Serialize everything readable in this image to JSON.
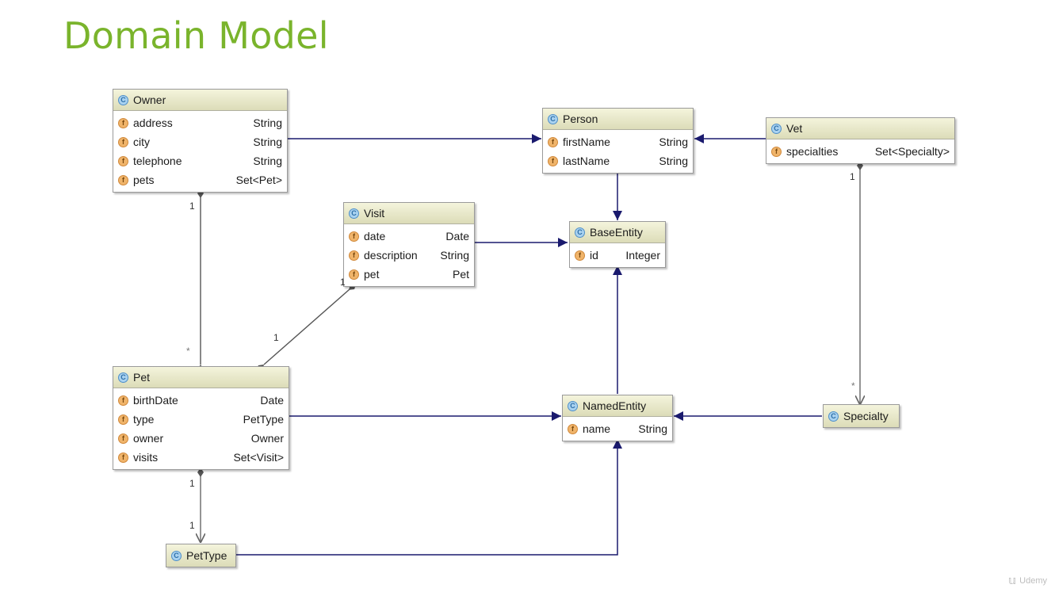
{
  "title": "Domain Model",
  "classes": {
    "owner": {
      "name": "Owner",
      "fields": [
        {
          "name": "address",
          "type": "String"
        },
        {
          "name": "city",
          "type": "String"
        },
        {
          "name": "telephone",
          "type": "String"
        },
        {
          "name": "pets",
          "type": "Set<Pet>"
        }
      ]
    },
    "person": {
      "name": "Person",
      "fields": [
        {
          "name": "firstName",
          "type": "String"
        },
        {
          "name": "lastName",
          "type": "String"
        }
      ]
    },
    "vet": {
      "name": "Vet",
      "fields": [
        {
          "name": "specialties",
          "type": "Set<Specialty>"
        }
      ]
    },
    "visit": {
      "name": "Visit",
      "fields": [
        {
          "name": "date",
          "type": "Date"
        },
        {
          "name": "description",
          "type": "String"
        },
        {
          "name": "pet",
          "type": "Pet"
        }
      ]
    },
    "baseentity": {
      "name": "BaseEntity",
      "fields": [
        {
          "name": "id",
          "type": "Integer"
        }
      ]
    },
    "pet": {
      "name": "Pet",
      "fields": [
        {
          "name": "birthDate",
          "type": "Date"
        },
        {
          "name": "type",
          "type": "PetType"
        },
        {
          "name": "owner",
          "type": "Owner"
        },
        {
          "name": "visits",
          "type": "Set<Visit>"
        }
      ]
    },
    "namedentity": {
      "name": "NamedEntity",
      "fields": [
        {
          "name": "name",
          "type": "String"
        }
      ]
    },
    "specialty": {
      "name": "Specialty",
      "fields": []
    },
    "pettype": {
      "name": "PetType",
      "fields": []
    }
  },
  "badges": {
    "class": "C",
    "field": "f"
  },
  "multiplicities": {
    "owner_pet_owner_end": "1",
    "owner_pet_pet_end": "*",
    "visit_pet_visit_end": "1",
    "visit_pet_pet_end": "1",
    "vet_specialty_vet_end": "1",
    "vet_specialty_specialty_end": "*",
    "pet_pettype_pet_end": "1",
    "pet_pettype_pettype_end": "1"
  },
  "watermark": "Udemy",
  "colors": {
    "title": "#7ab42c",
    "inheritance_edge": "#1a1a6e",
    "association_edge": "#555555",
    "class_header": "#dcdcb8"
  }
}
